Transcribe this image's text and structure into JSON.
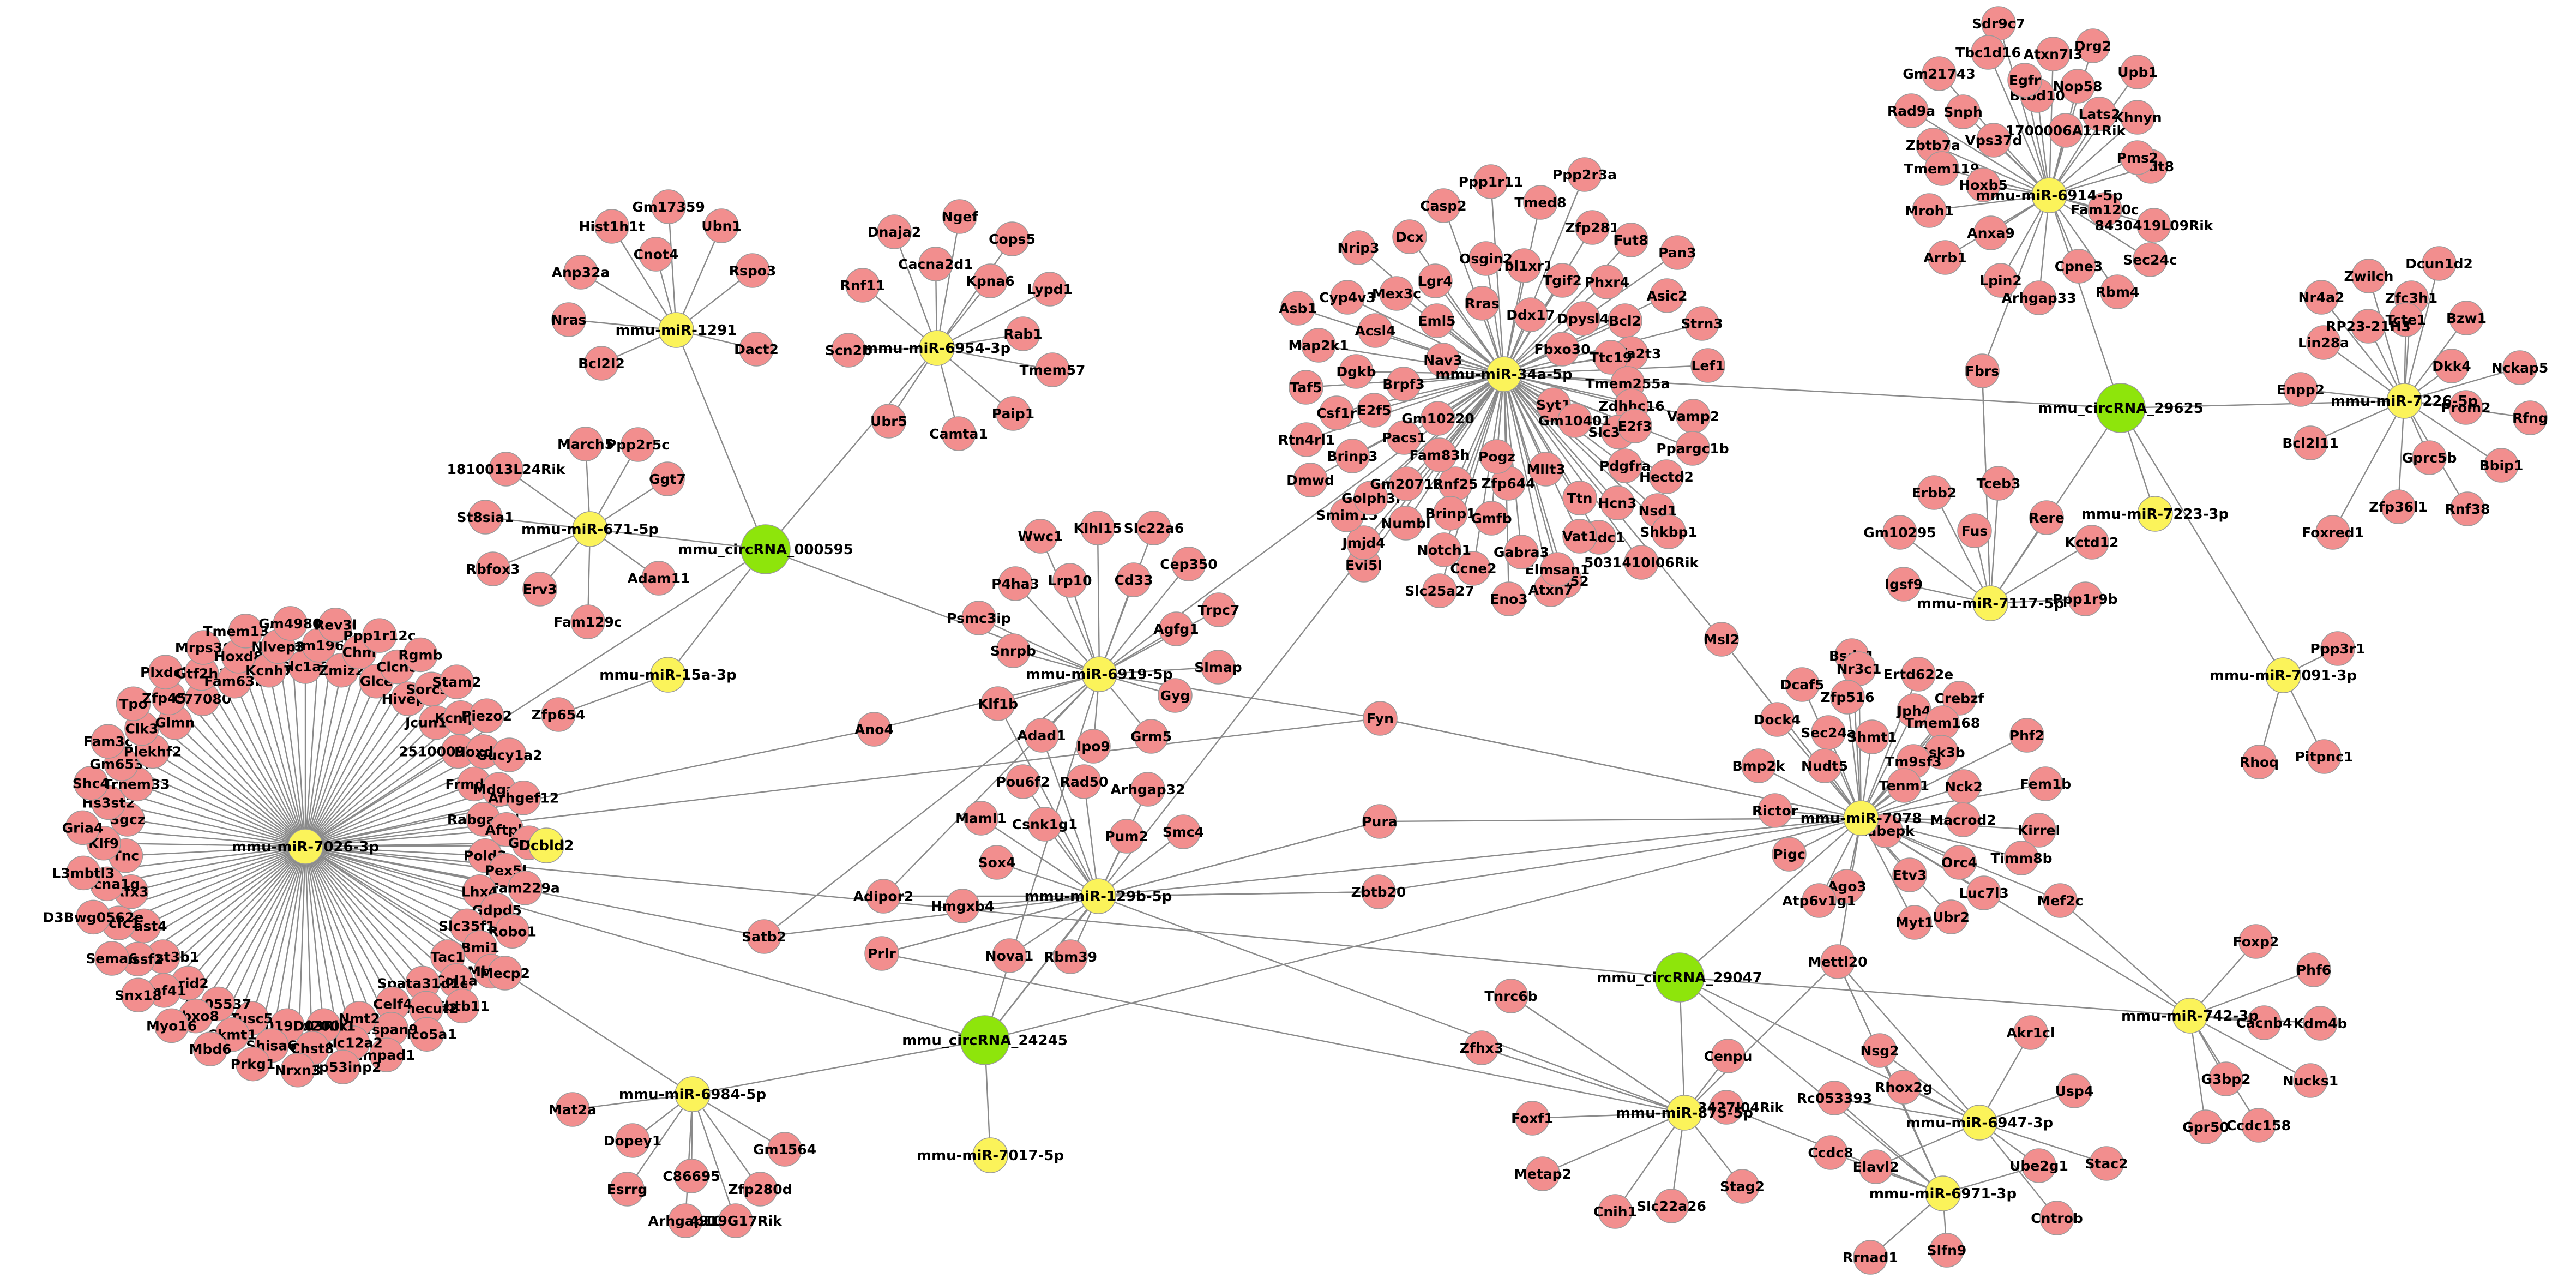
{
  "colors": {
    "gene": "#f28e8e",
    "mirna": "#fbf35a",
    "circrna": "#8ee50b",
    "edge": "#8a8a8a",
    "background": "#ffffff"
  },
  "circrnas": {
    "c595": "mmu_circRNA_000595",
    "c245": "mmu_circRNA_24245",
    "c047": "mmu_circRNA_29047",
    "c625": "mmu_circRNA_29625"
  },
  "mirnas": {
    "m1291": "mmu-miR-1291",
    "m6954": "mmu-miR-6954-3p",
    "m671": "mmu-miR-671-5p",
    "m15a": "mmu-miR-15a-3p",
    "m7026": "mmu-miR-7026-3p",
    "m6919": "mmu-miR-6919-5p",
    "m129b": "mmu-miR-129b-5p",
    "m6984": "mmu-miR-6984-5p",
    "m7017": "mmu-miR-7017-5p",
    "m34a": "mmu-miR-34a-5p",
    "m875": "mmu-miR-875-5p",
    "m6947": "mmu-miR-6947-3p",
    "m6971": "mmu-miR-6971-3p",
    "m7078": "mmu-miR-7078",
    "m7117": "mmu-miR-7117-5p",
    "m6914": "mmu-miR-6914-5p",
    "m7226": "mmu-miR-7226-5p",
    "m7223": "mmu-miR-7223-3p",
    "m7091": "mmu-miR-7091-3p",
    "m742": "mmu-miR-742-3p",
    "dcbld2": "Dcbld2"
  },
  "groups": {
    "m1291": [
      "Gm17359",
      "Ubn1",
      "Rspo3",
      "Dact2",
      "Bcl2l2",
      "Nras",
      "Anp32a",
      "Hist1h1t",
      "Cnot4"
    ],
    "m6954": [
      "Ngef",
      "Cops5",
      "Lypd1",
      "Rab1",
      "Tmem57",
      "Paip1",
      "Camta1",
      "Ubr5",
      "Scn2b",
      "Rnf11",
      "Dnaja2",
      "Cacna2d1",
      "Kpna6"
    ],
    "m671": [
      "Ppp2r5c",
      "Ggt7",
      "Adam11",
      "Fam129c",
      "Erv3",
      "Rbfox3",
      "St8sia1",
      "1810013L24Rik",
      "March5"
    ],
    "m15a": [
      "Zfp654"
    ],
    "m7026": [
      "Slc1a2",
      "Fam196b",
      "Rev3l",
      "Zmiz2",
      "Chm",
      "Ppp1r12c",
      "Glce",
      "Clcn5",
      "Rgmb",
      "Hivep1",
      "Sorcs1",
      "Stam2",
      "Jcun1d1",
      "Kcnip3",
      "Piezo2",
      "2510009E07Rik",
      "Hoxd10",
      "Gucy1a2",
      "Frmd4a",
      "Mdga1",
      "Arhgef12",
      "Rabgap1l",
      "Aftph",
      "Grm1",
      "Pold3",
      "Pex5l",
      "Fam229a",
      "Lhx4",
      "Gdpd5",
      "Robo1",
      "Slc35f1",
      "Bmi1",
      "Mbnl1",
      "Tac1",
      "Col1a",
      "Zbtb11",
      "Spata31d1c",
      "Onecut2",
      "Slco5a1",
      "Celf4",
      "Tspan9",
      "Impad1",
      "Nmt2",
      "Slc12a2",
      "Trp53inp2",
      "Cd200r1",
      "Chst8",
      "Nrxn3",
      "1700019D03Rik",
      "Shisa6",
      "Prkg1",
      "Tusc5",
      "Ckmt1",
      "Mbd6",
      "C005537",
      "Fbxo8",
      "Myo16",
      "Arid2",
      "Rnf41",
      "Snx18",
      "Hs3st3b1",
      "Rassf2",
      "Sema6",
      "Mast4",
      "Hcfc1",
      "D3Bwg0562e",
      "Rfx3",
      "Cacna1g",
      "L3mbtl3",
      "Tnc",
      "Klf9",
      "Gria4",
      "Sgcz",
      "Hs3st2",
      "Shc4",
      "Trnem33",
      "Gm6537",
      "Fam3c",
      "Plekhf2",
      "Clk3",
      "Tpo",
      "Glmn",
      "Zfp451",
      "Plxdc2",
      "C77080",
      "Gtf2h1",
      "Mrps36",
      "Fam63b",
      "Hoxd8",
      "Tmem132b",
      "Kcnh7",
      "Nlvep3",
      "Gm4980"
    ],
    "m6919": [
      "Wwc1",
      "Klhl15",
      "Slc22a6",
      "Cep350",
      "Trpc7",
      "Slmap",
      "Gyg",
      "Grm5",
      "Ipo9",
      "Adad1",
      "Klf1b",
      "Snrpb",
      "Psmc3ip",
      "P4ha3",
      "Lrp10",
      "Cd33",
      "Agfg1"
    ],
    "m129b": [
      "Pou6f2",
      "Rad50",
      "Arhgap32",
      "Smc4",
      "Pum2",
      "Rbm39",
      "Nova1",
      "Hmgxb4",
      "Sox4",
      "Maml1",
      "Csnk1g1",
      "Adipor2",
      "Prlr",
      "Zbtb20",
      "Pura"
    ],
    "m6984": [
      "Mat2a",
      "Dopey1",
      "Esrrg",
      "Arhgap10",
      "Gm1564",
      "Zfp280d",
      "C86695",
      "4919G17Rik"
    ],
    "m34a": [
      "Ppp1r11",
      "Ppp2r3a",
      "Tmed8",
      "Zfp281",
      "Fut8",
      "Pan3",
      "Asic2",
      "Strn3",
      "Lef1",
      "Vamp2",
      "Ppargc1b",
      "Hectd2",
      "Nsd1",
      "Shkbp1",
      "5031410I06Rik",
      "Tpd52",
      "Atxn7",
      "Eno3",
      "Slc25a27",
      "Evi5l",
      "Jmjd4",
      "Smim15",
      "Dmwd",
      "Rtn4rl1",
      "Taf5",
      "Asb1",
      "Nrip3",
      "Dcx",
      "Casp2",
      "Tbl1xr1",
      "Tgif2",
      "Phxr4",
      "Bcl2",
      "Cbfa2t3",
      "Ttc19",
      "Tmem255a",
      "Zdhhc16",
      "Slc35g2",
      "E2f3",
      "Pdgfra",
      "Hcn3",
      "Dixdc1",
      "Ttn",
      "Vat1",
      "Elmsan1",
      "Gabra3",
      "Ccne2",
      "Notch1",
      "Numbl",
      "Golph3l",
      "Brinp3",
      "Csf1r",
      "Map2k1",
      "Cyp4v3",
      "Mex3c",
      "Lgr4",
      "Osgin2",
      "Rras",
      "Eml5",
      "Acsl4",
      "Dgkb",
      "Brpf3",
      "E2f5",
      "Pacs1",
      "Gm10220",
      "Nav3",
      "Ddx17",
      "Dpysl4",
      "Fbxo30",
      "Syt1",
      "Gm10401",
      "Mllt3",
      "Zfp644",
      "Gm20716",
      "Rnf25",
      "Pogz",
      "Brinp1",
      "Gmfb",
      "Fam83h"
    ],
    "m875": [
      "Tnrc6b",
      "Cenpu",
      "Zfhx3",
      "Foxf1",
      "Metap2",
      "Cnih1",
      "Slc22a26",
      "Stag2"
    ],
    "m6947": [
      "Nsg2",
      "Rhox2g",
      "Akr1cl",
      "Usp4",
      "Stac2",
      "Ube2g1",
      "Cntrob"
    ],
    "m6971": [
      "4933427I04Rik",
      "Rc053393",
      "Ccdc8",
      "Elavl2",
      "Rrnad1",
      "Slfn9",
      "Mettl20"
    ],
    "m7078": [
      "Msl2",
      "Bsdc1",
      "Nr3c1",
      "Ertd622e",
      "Crebzf",
      "Phf2",
      "Fem1b",
      "Kirrel",
      "Timm8b",
      "Luc7l3",
      "Mef2c",
      "Ubr2",
      "Myt1",
      "Etv3",
      "Orc4",
      "Ago3",
      "Atp6v1g1",
      "Pigc",
      "Rictor",
      "Bmp2k",
      "Dock4",
      "Dcaf5",
      "Zfp516",
      "Sec24a",
      "Shmt1",
      "Jph4",
      "Tmem168",
      "Gsk3b",
      "Nudt5",
      "Tm9sf3",
      "Tenm1",
      "Nck2",
      "Rabepk",
      "Macrod2",
      "Fyn"
    ],
    "m7117": [
      "Erbb2",
      "Fus",
      "Tceb3",
      "Rere",
      "Kctd12",
      "Ppp1r9b",
      "Igsf9",
      "Gm10295",
      "Fbrs"
    ],
    "m6914": [
      "Sdr9c7",
      "Drg2",
      "Atxn7l3",
      "Tbc1d16",
      "Gm21743",
      "Rad9a",
      "Upb1",
      "Khnyn",
      "Lats2",
      "Nop58",
      "1700006A11Rik",
      "Btbd10",
      "Egfr",
      "Snph",
      "Zbtb7a",
      "Vps37d",
      "Tmem119",
      "Hoxb5",
      "Mroh1",
      "Arrb1",
      "Anxa9",
      "Lpin2",
      "Arhgap33",
      "Cpne3",
      "Rbm4",
      "Sec24c",
      "Fam120c",
      "8430419L09Rik",
      "Nudt8",
      "Pms2"
    ],
    "m7226": [
      "Dcun1d2",
      "Zfc3h1",
      "Zwilch",
      "Nr4a2",
      "Lin28a",
      "Tcte1",
      "Bzw1",
      "Nckap5",
      "Rfng",
      "Bbip1",
      "Prom2",
      "Dkk4",
      "Gprc5b",
      "Rnf38",
      "Zfp36l1",
      "Foxred1",
      "Bcl2l11",
      "Enpp2",
      "RP23-21H3"
    ],
    "m7091": [
      "Ppp3r1",
      "Pitpnc1",
      "Rhoq"
    ],
    "m742": [
      "Foxp2",
      "Phf6",
      "Kdm4b",
      "Nucks1",
      "Ccdc158",
      "Gpr50",
      "G3bp2",
      "Cacnb4"
    ]
  },
  "node_labels": {
    "Fyn": "Fyn",
    "Ano4": "Ano4",
    "Satb2": "Satb2",
    "Mecp2": "Mecp2"
  }
}
